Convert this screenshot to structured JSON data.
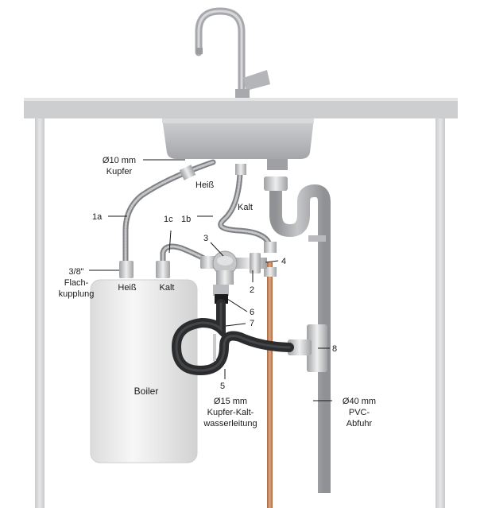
{
  "labels": {
    "copper_10": [
      "Ø10 mm",
      "Kupfer"
    ],
    "heiss_top": "Heiß",
    "kalt_top": "Kalt",
    "l_1a": "1a",
    "l_1c": "1c",
    "l_1b": "1b",
    "l_3": "3",
    "l_4": "4",
    "l_2": "2",
    "flach": [
      "3/8\"",
      "Flach-",
      "kupplung"
    ],
    "heiss_boiler": "Heiß",
    "kalt_boiler": "Kalt",
    "l_6": "6",
    "l_7": "7",
    "l_8": "8",
    "l_5": "5",
    "boiler": "Boiler",
    "copper_15": [
      "Ø15 mm",
      "Kupfer-Kalt-",
      "wasserleitung"
    ],
    "pvc_40": [
      "Ø40 mm",
      "PVC-",
      "Abfuhr"
    ]
  },
  "colors": {
    "cabinet": "#d9dadc",
    "counter": "#c9cacc",
    "sink": "#b7b9bc",
    "boiler": "#ececec",
    "pvc": "#a9abad",
    "copper": "#c98a63",
    "braided": "#9a9c9f",
    "black_hose": "#3a3b3d"
  }
}
